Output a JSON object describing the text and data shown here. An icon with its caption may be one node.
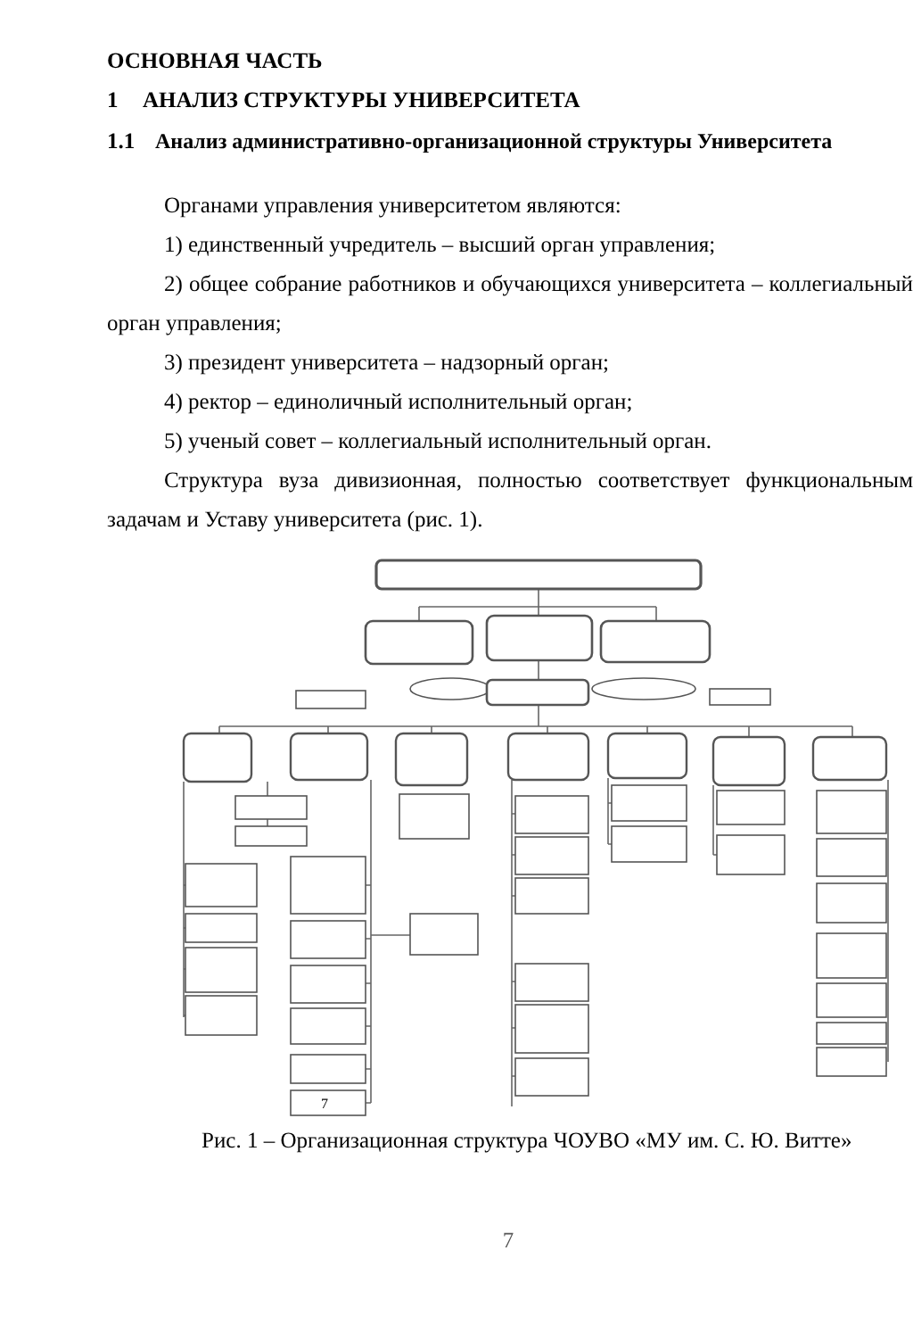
{
  "diagram": {
    "caption": "Рис. 1 – Организационная структура ЧОУВО «МУ им. С. Ю. Витте»",
    "labels": [
      "ОСНОВНАЯ ЧАСТЬ",
      "1",
      "АНАЛИЗ СТРУКТУРЫ УНИВЕРСИТЕТА",
      "1.1",
      "Анализ административно-организационной структуры Университета",
      "Органами управления университетом являются:",
      "1) единственный учредитель – высший орган управления;",
      "2) общее собрание работников и обучающихся университета – коллегиальный орган управления;",
      "3) президент университета – надзорный орган;",
      "4) ректор – единоличный исполнительный орган;",
      "5) ученый совет – коллегиальный исполнительный орган.",
      "Структура вуза дивизионная, полностью соответствует функциональным задачам и Уставу университета (рис. 1).",
      "7",
      "7"
    ]
  }
}
